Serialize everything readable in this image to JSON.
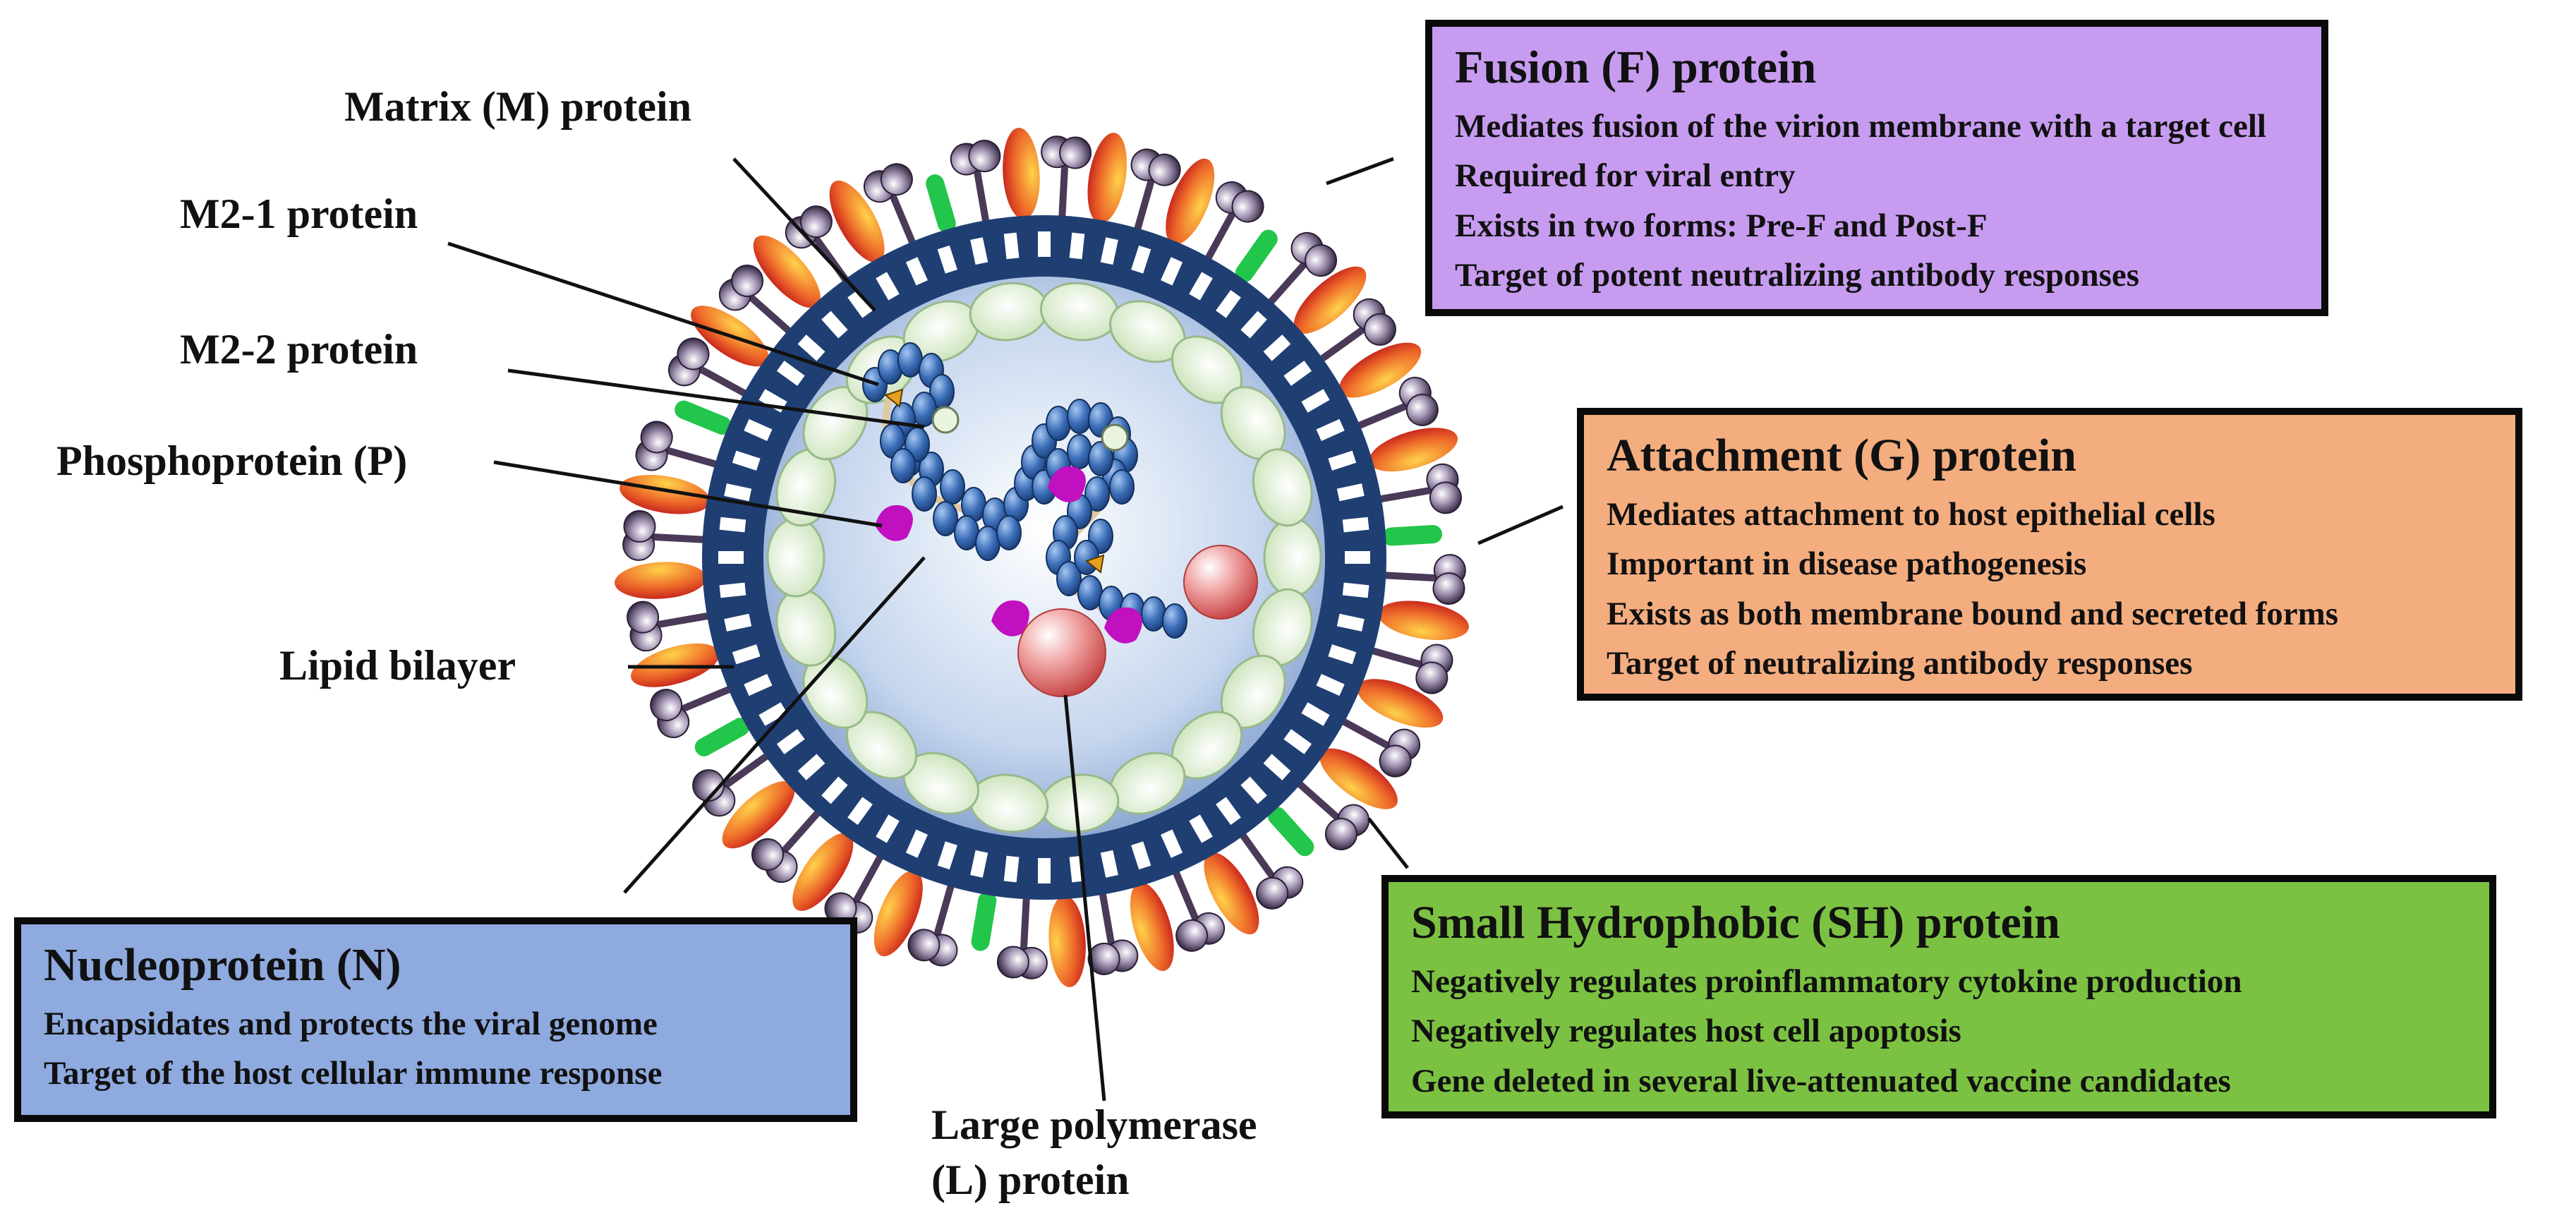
{
  "labels": {
    "matrix": "Matrix (M) protein",
    "m21": "M2-1 protein",
    "m22": "M2-2 protein",
    "phospho": "Phosphoprotein (P)",
    "lipid": "Lipid bilayer",
    "large_line1": "Large polymerase",
    "large_line2": "(L) protein"
  },
  "boxes": {
    "fusion": {
      "title": "Fusion (F) protein",
      "color": "#c79cf0",
      "items": [
        "Mediates fusion of the virion membrane with a target cell",
        "Required for viral entry",
        "Exists in two forms: Pre-F and Post-F",
        "Target of potent neutralizing antibody responses"
      ]
    },
    "attachment": {
      "title": "Attachment (G) protein",
      "color": "#f4ad7f",
      "items": [
        "Mediates attachment to host epithelial cells",
        "Important in disease pathogenesis",
        "Exists as both membrane bound and secreted forms",
        "Target of neutralizing antibody responses"
      ]
    },
    "sh": {
      "title": "Small Hydrophobic (SH) protein",
      "color": "#7cc242",
      "items": [
        "Negatively regulates proinflammatory cytokine production",
        "Negatively regulates host cell apoptosis",
        "Gene deleted in several live-attenuated vaccine candidates"
      ]
    },
    "nucleo": {
      "title": "Nucleoprotein (N)",
      "color": "#8eaadf",
      "items": [
        "Encapsidates and protects the viral genome",
        "Target of the host cellular immune response"
      ]
    }
  },
  "colors": {
    "envelope": "#1f3f73",
    "matrix_protein": "#dcefd0",
    "nucleoprotein": "#3c6fb8",
    "phosphoprotein": "#c010c0",
    "m2_1": "#e6a020",
    "polymerase": "#e07070",
    "sh_spike": "#22c64a",
    "g_spike": "#e8502a",
    "f_head": "#5a4868"
  }
}
